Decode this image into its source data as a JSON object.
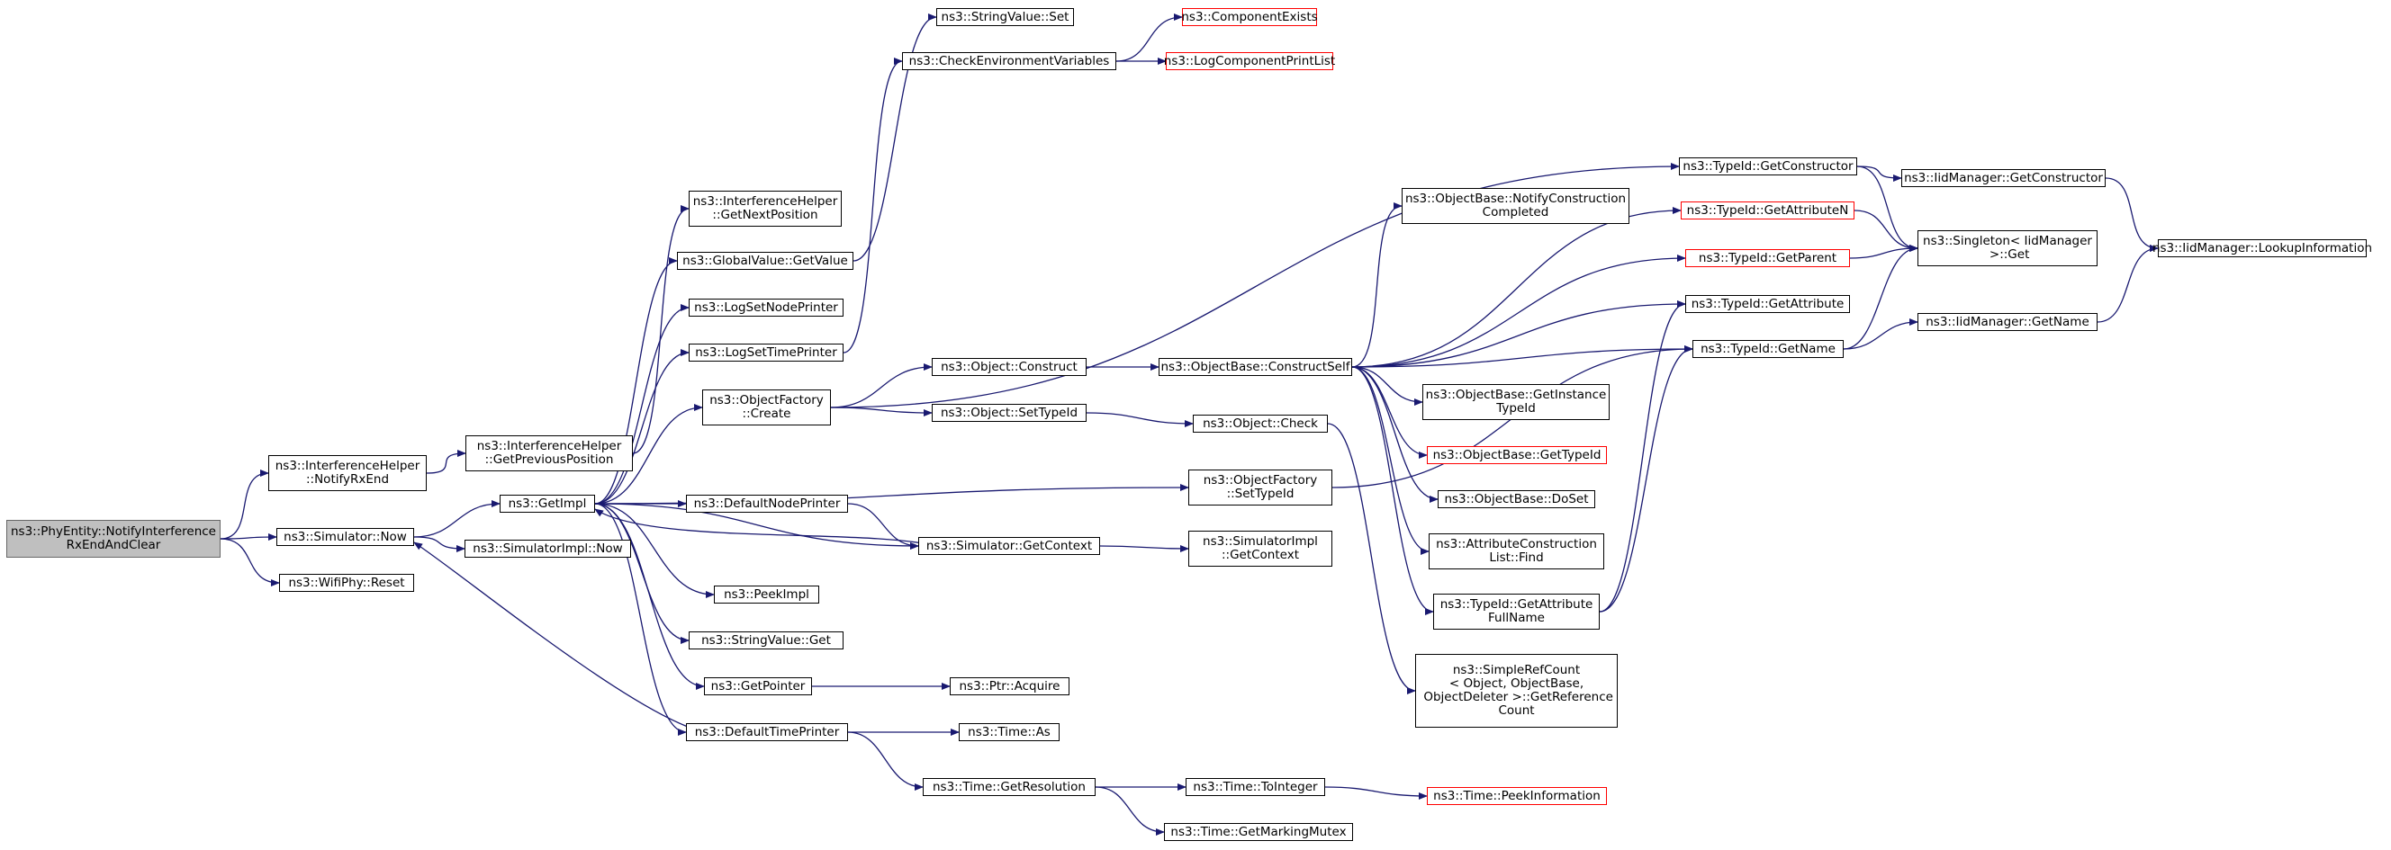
{
  "graph": {
    "edge_color": "#191970",
    "root_fill": "#bfbfbf",
    "truncated_border_color": "#ff0000",
    "nodes": [
      {
        "id": "root",
        "label": "ns3::PhyEntity::NotifyInterference\nRxEndAndClear",
        "style": "root"
      },
      {
        "id": "ih_notifyrxend",
        "label": "ns3::InterferenceHelper\n::NotifyRxEnd"
      },
      {
        "id": "sim_now",
        "label": "ns3::Simulator::Now"
      },
      {
        "id": "wifiphy_reset",
        "label": "ns3::WifiPhy::Reset"
      },
      {
        "id": "ih_getprevpos",
        "label": "ns3::InterferenceHelper\n::GetPreviousPosition"
      },
      {
        "id": "ih_getnextpos",
        "label": "ns3::InterferenceHelper\n::GetNextPosition"
      },
      {
        "id": "getimpl",
        "label": "ns3::GetImpl"
      },
      {
        "id": "simimpl_now",
        "label": "ns3::SimulatorImpl::Now"
      },
      {
        "id": "gv_getvalue",
        "label": "ns3::GlobalValue::GetValue"
      },
      {
        "id": "logsetnodeprinter",
        "label": "ns3::LogSetNodePrinter"
      },
      {
        "id": "logsettimeprinter",
        "label": "ns3::LogSetTimePrinter"
      },
      {
        "id": "of_create",
        "label": "ns3::ObjectFactory\n::Create"
      },
      {
        "id": "defaultnodeprinter",
        "label": "ns3::DefaultNodePrinter"
      },
      {
        "id": "peekimpl",
        "label": "ns3::PeekImpl"
      },
      {
        "id": "sv_get",
        "label": "ns3::StringValue::Get"
      },
      {
        "id": "getpointer",
        "label": "ns3::GetPointer"
      },
      {
        "id": "defaulttimeprinter",
        "label": "ns3::DefaultTimePrinter"
      },
      {
        "id": "sv_set",
        "label": "ns3::StringValue::Set"
      },
      {
        "id": "checkenv",
        "label": "ns3::CheckEnvironmentVariables"
      },
      {
        "id": "obj_construct",
        "label": "ns3::Object::Construct"
      },
      {
        "id": "obj_settypeid",
        "label": "ns3::Object::SetTypeId"
      },
      {
        "id": "sim_getcontext",
        "label": "ns3::Simulator::GetContext"
      },
      {
        "id": "ptr_acquire",
        "label": "ns3::Ptr::Acquire"
      },
      {
        "id": "time_as",
        "label": "ns3::Time::As"
      },
      {
        "id": "time_getres",
        "label": "ns3::Time::GetResolution"
      },
      {
        "id": "compexists",
        "label": "ns3::ComponentExists",
        "style": "red"
      },
      {
        "id": "logcompprintlist",
        "label": "ns3::LogComponentPrintList",
        "style": "red"
      },
      {
        "id": "obj_check",
        "label": "ns3::Object::Check"
      },
      {
        "id": "of_settypeid",
        "label": "ns3::ObjectFactory\n::SetTypeId"
      },
      {
        "id": "simimpl_getctx",
        "label": "ns3::SimulatorImpl\n::GetContext"
      },
      {
        "id": "time_tointeger",
        "label": "ns3::Time::ToInteger"
      },
      {
        "id": "time_getmarkingmutex",
        "label": "ns3::Time::GetMarkingMutex"
      },
      {
        "id": "ob_constructself",
        "label": "ns3::ObjectBase::ConstructSelf"
      },
      {
        "id": "ob_notifyconstruction",
        "label": "ns3::ObjectBase::NotifyConstruction\nCompleted"
      },
      {
        "id": "ob_getinstancetypeid",
        "label": "ns3::ObjectBase::GetInstance\nTypeId"
      },
      {
        "id": "ob_gettypeid",
        "label": "ns3::ObjectBase::GetTypeId",
        "style": "red"
      },
      {
        "id": "ob_doset",
        "label": "ns3::ObjectBase::DoSet"
      },
      {
        "id": "acl_find",
        "label": "ns3::AttributeConstruction\nList::Find"
      },
      {
        "id": "tid_getattrfullname",
        "label": "ns3::TypeId::GetAttribute\nFullName"
      },
      {
        "id": "simplerefcount",
        "label": "ns3::SimpleRefCount\n< Object, ObjectBase,\n ObjectDeleter >::GetReference\nCount"
      },
      {
        "id": "time_peekinfo",
        "label": "ns3::Time::PeekInformation",
        "style": "red"
      },
      {
        "id": "tid_getconstructor",
        "label": "ns3::TypeId::GetConstructor"
      },
      {
        "id": "tid_getattributen",
        "label": "ns3::TypeId::GetAttributeN",
        "style": "red"
      },
      {
        "id": "tid_getparent",
        "label": "ns3::TypeId::GetParent",
        "style": "red"
      },
      {
        "id": "tid_getattribute",
        "label": "ns3::TypeId::GetAttribute"
      },
      {
        "id": "tid_getname",
        "label": "ns3::TypeId::GetName"
      },
      {
        "id": "iidm_getconstructor",
        "label": "ns3::IidManager::GetConstructor"
      },
      {
        "id": "singleton_get",
        "label": "ns3::Singleton< IidManager\n >::Get"
      },
      {
        "id": "iidm_getname",
        "label": "ns3::IidManager::GetName"
      },
      {
        "id": "iidm_lookupinfo",
        "label": "ns3::IidManager::LookupInformation"
      }
    ],
    "edges": [
      [
        "root",
        "ih_notifyrxend"
      ],
      [
        "root",
        "sim_now"
      ],
      [
        "root",
        "wifiphy_reset"
      ],
      [
        "ih_notifyrxend",
        "ih_getprevpos"
      ],
      [
        "ih_getprevpos",
        "ih_getnextpos"
      ],
      [
        "sim_now",
        "getimpl"
      ],
      [
        "sim_now",
        "simimpl_now"
      ],
      [
        "getimpl",
        "gv_getvalue"
      ],
      [
        "getimpl",
        "logsetnodeprinter"
      ],
      [
        "getimpl",
        "logsettimeprinter"
      ],
      [
        "getimpl",
        "of_create"
      ],
      [
        "getimpl",
        "of_settypeid"
      ],
      [
        "getimpl",
        "defaultnodeprinter"
      ],
      [
        "getimpl",
        "sim_getcontext"
      ],
      [
        "getimpl",
        "peekimpl"
      ],
      [
        "getimpl",
        "sv_get"
      ],
      [
        "getimpl",
        "getpointer"
      ],
      [
        "getimpl",
        "defaulttimeprinter"
      ],
      [
        "gv_getvalue",
        "sv_set"
      ],
      [
        "logsettimeprinter",
        "checkenv"
      ],
      [
        "checkenv",
        "compexists"
      ],
      [
        "checkenv",
        "logcompprintlist"
      ],
      [
        "of_create",
        "tid_getconstructor"
      ],
      [
        "of_create",
        "obj_construct"
      ],
      [
        "of_create",
        "obj_settypeid"
      ],
      [
        "obj_construct",
        "ob_constructself"
      ],
      [
        "obj_settypeid",
        "obj_check"
      ],
      [
        "obj_check",
        "simplerefcount"
      ],
      [
        "of_settypeid",
        "tid_getname"
      ],
      [
        "defaultnodeprinter",
        "sim_getcontext"
      ],
      [
        "sim_getcontext",
        "getimpl"
      ],
      [
        "sim_getcontext",
        "simimpl_getctx"
      ],
      [
        "getpointer",
        "ptr_acquire"
      ],
      [
        "defaulttimeprinter",
        "sim_now"
      ],
      [
        "defaulttimeprinter",
        "time_as"
      ],
      [
        "defaulttimeprinter",
        "time_getres"
      ],
      [
        "time_getres",
        "time_tointeger"
      ],
      [
        "time_getres",
        "time_getmarkingmutex"
      ],
      [
        "time_tointeger",
        "time_peekinfo"
      ],
      [
        "ob_constructself",
        "ob_notifyconstruction"
      ],
      [
        "ob_constructself",
        "ob_getinstancetypeid"
      ],
      [
        "ob_constructself",
        "ob_gettypeid"
      ],
      [
        "ob_constructself",
        "ob_doset"
      ],
      [
        "ob_constructself",
        "acl_find"
      ],
      [
        "ob_constructself",
        "tid_getattrfullname"
      ],
      [
        "ob_constructself",
        "tid_getattributen"
      ],
      [
        "ob_constructself",
        "tid_getparent"
      ],
      [
        "ob_constructself",
        "tid_getattribute"
      ],
      [
        "ob_constructself",
        "tid_getname"
      ],
      [
        "tid_getattrfullname",
        "tid_getattribute"
      ],
      [
        "tid_getattrfullname",
        "tid_getname"
      ],
      [
        "tid_getconstructor",
        "iidm_getconstructor"
      ],
      [
        "tid_getconstructor",
        "singleton_get"
      ],
      [
        "tid_getattributen",
        "singleton_get"
      ],
      [
        "tid_getparent",
        "singleton_get"
      ],
      [
        "tid_getname",
        "singleton_get"
      ],
      [
        "tid_getname",
        "iidm_getname"
      ],
      [
        "iidm_getconstructor",
        "iidm_lookupinfo"
      ],
      [
        "iidm_getname",
        "iidm_lookupinfo"
      ]
    ]
  }
}
